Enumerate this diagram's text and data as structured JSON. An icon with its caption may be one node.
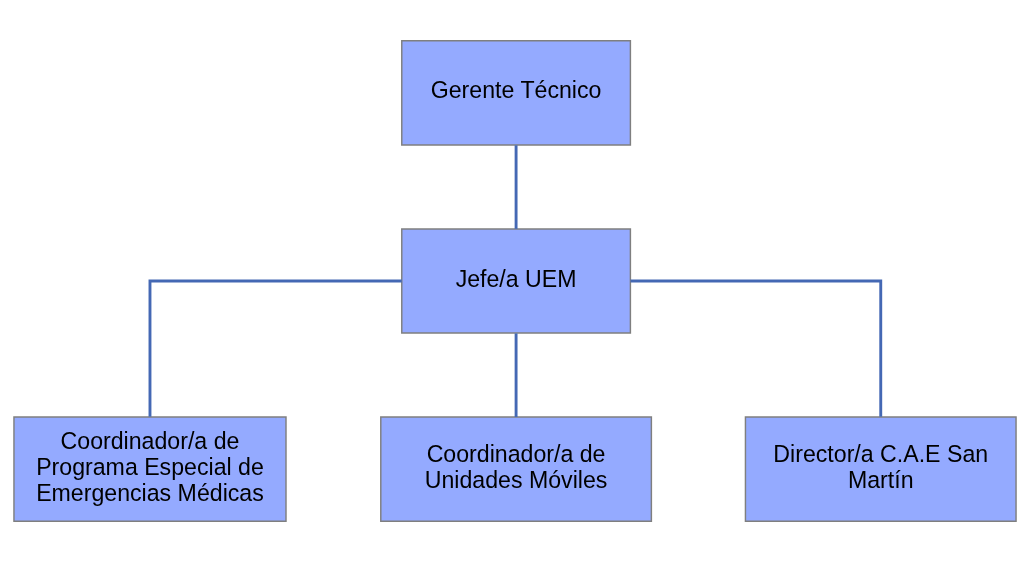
{
  "diagram": {
    "nodes": [
      {
        "text": [
          "Gerente Técnico"
        ]
      },
      {
        "text": [
          "Jefe/a UEM"
        ]
      },
      {
        "text": [
          "Coordinador/a de Programa Especial de Emergencias Médicas"
        ]
      },
      {
        "text": [
          "Coordinador/a de Unidades Móviles"
        ]
      },
      {
        "text": [
          "Director/a C.A.E San Martín"
        ]
      }
    ],
    "edges": [
      {
        "from": 0,
        "to": 1,
        "arrow": "none"
      },
      {
        "from": 1,
        "to": 2,
        "arrow": "none"
      },
      {
        "from": 1,
        "to": 3,
        "arrow": "none"
      },
      {
        "from": 1,
        "to": 4,
        "arrow": "none"
      }
    ]
  }
}
